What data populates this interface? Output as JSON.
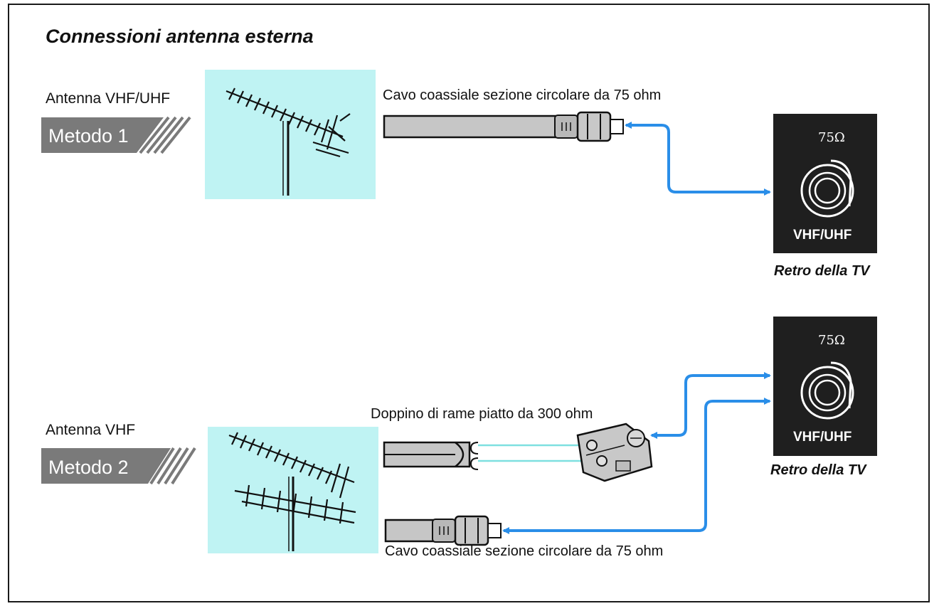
{
  "title": "Connessioni antenna esterna",
  "method1": {
    "antenna_label": "Antenna VHF/UHF",
    "badge": "Metodo 1",
    "cable_label": "Cavo coassiale sezione circolare da 75 ohm",
    "tv_jack": {
      "ohm": "75Ω",
      "label": "VHF/UHF"
    },
    "tv_back": "Retro della TV"
  },
  "method2": {
    "antenna_label": "Antenna VHF",
    "badge": "Metodo 2",
    "flat_cable_label": "Doppino di rame piatto da 300 ohm",
    "coax_label": "Cavo coassiale sezione circolare da 75 ohm",
    "tv_jack": {
      "ohm": "75Ω",
      "label": "VHF/UHF"
    },
    "tv_back": "Retro della TV"
  },
  "colors": {
    "panel_bg": "#bff3f3",
    "badge_bg": "#7a7a7a",
    "cable_gray": "#c6c6c6",
    "arrow_blue": "#2a8ee8",
    "wire_cyan": "#7ee0e0",
    "jack_bg": "#1f1f1f"
  }
}
